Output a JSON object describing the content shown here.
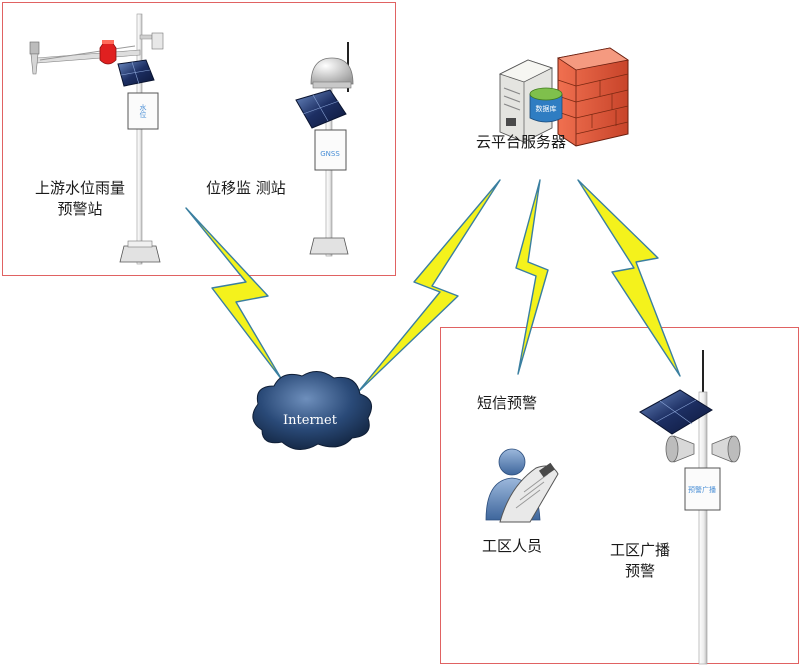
{
  "diagram": {
    "monitoring_group": {
      "rain_station_label": "上游水位雨量",
      "rain_station_label_2": "预警站",
      "rain_box_text": "水位",
      "displacement_label": "位移监 测站",
      "gnss_text": "GNSS"
    },
    "cloud": {
      "label": "云平台服务器",
      "db_text": "数据库"
    },
    "internet": {
      "label": "Internet"
    },
    "alert_group": {
      "sms_label": "短信预警",
      "personnel_label": "工区人员",
      "broadcast_label": "工区广播",
      "broadcast_label_2": "预警",
      "broadcast_box_text": "预警广播"
    }
  },
  "colors": {
    "group_border": "#e06262",
    "lightning_fill": "#f4f21c",
    "lightning_stroke": "#3a7fa0",
    "cloud_fill": "#1f3d63",
    "pole": "#f4f4f4",
    "solar_panel": "#203a70"
  }
}
